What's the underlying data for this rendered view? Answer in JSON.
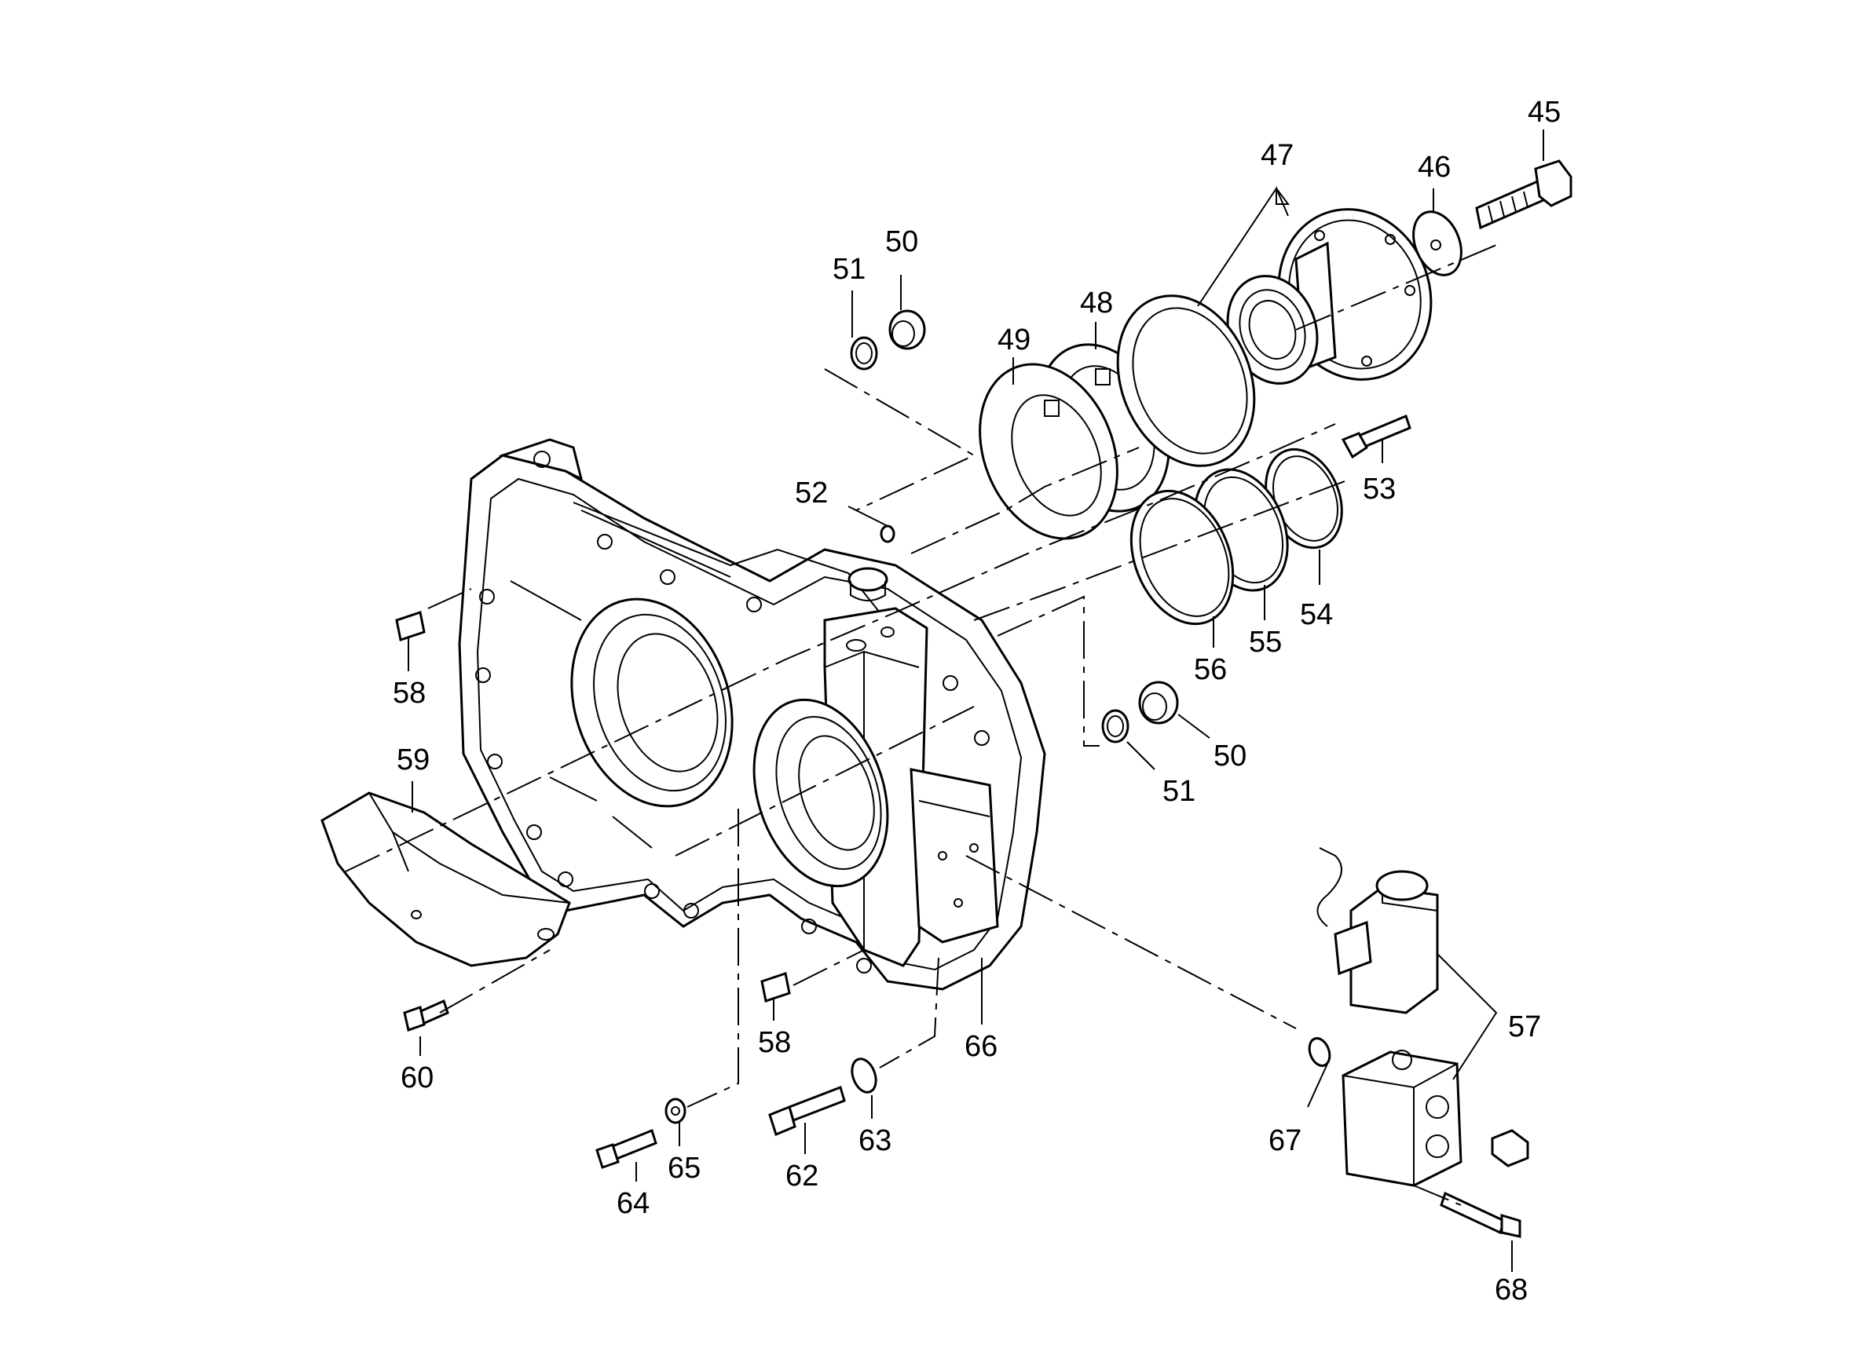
{
  "callouts": [
    {
      "id": "c45",
      "label": "45"
    },
    {
      "id": "c46",
      "label": "46"
    },
    {
      "id": "c47",
      "label": "47"
    },
    {
      "id": "c48",
      "label": "48"
    },
    {
      "id": "c49",
      "label": "49"
    },
    {
      "id": "c50a",
      "label": "50"
    },
    {
      "id": "c51a",
      "label": "51"
    },
    {
      "id": "c52",
      "label": "52"
    },
    {
      "id": "c53",
      "label": "53"
    },
    {
      "id": "c54",
      "label": "54"
    },
    {
      "id": "c55",
      "label": "55"
    },
    {
      "id": "c56",
      "label": "56"
    },
    {
      "id": "c50b",
      "label": "50"
    },
    {
      "id": "c51b",
      "label": "51"
    },
    {
      "id": "c57",
      "label": "57"
    },
    {
      "id": "c58a",
      "label": "58"
    },
    {
      "id": "c58b",
      "label": "58"
    },
    {
      "id": "c59",
      "label": "59"
    },
    {
      "id": "c60",
      "label": "60"
    },
    {
      "id": "c62",
      "label": "62"
    },
    {
      "id": "c63",
      "label": "63"
    },
    {
      "id": "c64",
      "label": "64"
    },
    {
      "id": "c65",
      "label": "65"
    },
    {
      "id": "c66",
      "label": "66"
    },
    {
      "id": "c67",
      "label": "67"
    },
    {
      "id": "c68",
      "label": "68"
    }
  ]
}
